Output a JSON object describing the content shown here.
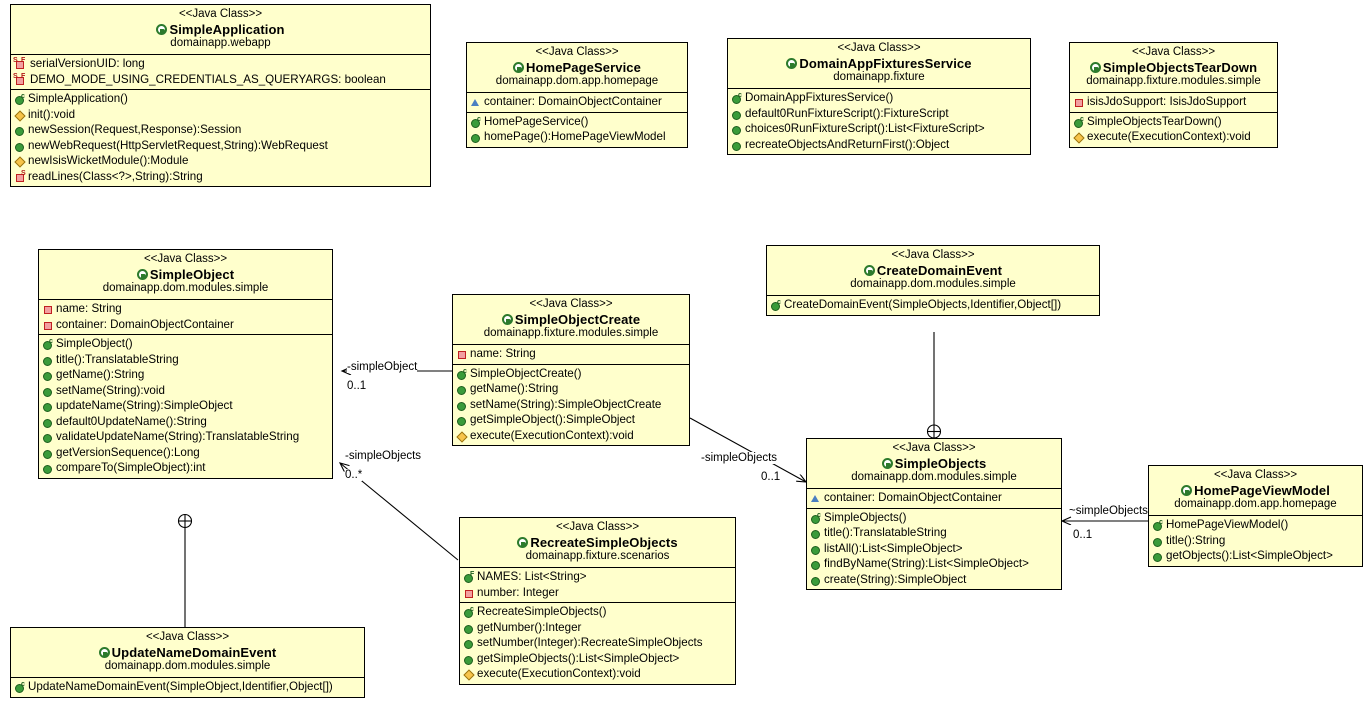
{
  "diagram": {
    "title": "UML Class Diagram",
    "stereotype": "<<Java Class>>",
    "background": "#ffffff",
    "class_fill": "#ffffcc",
    "class_border": "#000000"
  },
  "classes": [
    {
      "id": "SimpleApplication",
      "stereotype": "<<Java Class>>",
      "name": "SimpleApplication",
      "package": "domainapp.webapp",
      "fields": [
        {
          "icon": "static-final-field",
          "text": "serialVersionUID: long"
        },
        {
          "icon": "static-final-field",
          "text": "DEMO_MODE_USING_CREDENTIALS_AS_QUERYARGS: boolean"
        }
      ],
      "methods": [
        {
          "icon": "public-constructor",
          "text": "SimpleApplication()"
        },
        {
          "icon": "protected-method",
          "text": "init():void"
        },
        {
          "icon": "public-method",
          "text": "newSession(Request,Response):Session"
        },
        {
          "icon": "public-method",
          "text": "newWebRequest(HttpServletRequest,String):WebRequest"
        },
        {
          "icon": "protected-method",
          "text": "newIsisWicketModule():Module"
        },
        {
          "icon": "private-static-method",
          "text": "readLines(Class<?>,String):String"
        }
      ]
    },
    {
      "id": "HomePageService",
      "stereotype": "<<Java Class>>",
      "name": "HomePageService",
      "package": "domainapp.dom.app.homepage",
      "fields": [
        {
          "icon": "package-field",
          "text": "container: DomainObjectContainer"
        }
      ],
      "methods": [
        {
          "icon": "public-constructor",
          "text": "HomePageService()"
        },
        {
          "icon": "public-method",
          "text": "homePage():HomePageViewModel"
        }
      ]
    },
    {
      "id": "DomainAppFixturesService",
      "stereotype": "<<Java Class>>",
      "name": "DomainAppFixturesService",
      "package": "domainapp.fixture",
      "fields": [],
      "methods": [
        {
          "icon": "public-constructor",
          "text": "DomainAppFixturesService()"
        },
        {
          "icon": "public-method",
          "text": "default0RunFixtureScript():FixtureScript"
        },
        {
          "icon": "public-method",
          "text": "choices0RunFixtureScript():List<FixtureScript>"
        },
        {
          "icon": "public-method",
          "text": "recreateObjectsAndReturnFirst():Object"
        }
      ]
    },
    {
      "id": "SimpleObjectsTearDown",
      "stereotype": "<<Java Class>>",
      "name": "SimpleObjectsTearDown",
      "package": "domainapp.fixture.modules.simple",
      "fields": [
        {
          "icon": "private-field",
          "text": "isisJdoSupport: IsisJdoSupport"
        }
      ],
      "methods": [
        {
          "icon": "public-constructor",
          "text": "SimpleObjectsTearDown()"
        },
        {
          "icon": "protected-method",
          "text": "execute(ExecutionContext):void"
        }
      ]
    },
    {
      "id": "SimpleObject",
      "stereotype": "<<Java Class>>",
      "name": "SimpleObject",
      "package": "domainapp.dom.modules.simple",
      "fields": [
        {
          "icon": "private-field",
          "text": "name: String"
        },
        {
          "icon": "private-field",
          "text": "container: DomainObjectContainer"
        }
      ],
      "methods": [
        {
          "icon": "public-constructor",
          "text": "SimpleObject()"
        },
        {
          "icon": "public-method",
          "text": "title():TranslatableString"
        },
        {
          "icon": "public-method",
          "text": "getName():String"
        },
        {
          "icon": "public-method",
          "text": "setName(String):void"
        },
        {
          "icon": "public-method",
          "text": "updateName(String):SimpleObject"
        },
        {
          "icon": "public-method",
          "text": "default0UpdateName():String"
        },
        {
          "icon": "public-method",
          "text": "validateUpdateName(String):TranslatableString"
        },
        {
          "icon": "public-method",
          "text": "getVersionSequence():Long"
        },
        {
          "icon": "public-method",
          "text": "compareTo(SimpleObject):int"
        }
      ]
    },
    {
      "id": "SimpleObjectCreate",
      "stereotype": "<<Java Class>>",
      "name": "SimpleObjectCreate",
      "package": "domainapp.fixture.modules.simple",
      "fields": [
        {
          "icon": "private-field",
          "text": "name: String"
        }
      ],
      "methods": [
        {
          "icon": "public-constructor",
          "text": "SimpleObjectCreate()"
        },
        {
          "icon": "public-method",
          "text": "getName():String"
        },
        {
          "icon": "public-method",
          "text": "setName(String):SimpleObjectCreate"
        },
        {
          "icon": "public-method",
          "text": "getSimpleObject():SimpleObject"
        },
        {
          "icon": "protected-method",
          "text": "execute(ExecutionContext):void"
        }
      ]
    },
    {
      "id": "CreateDomainEvent",
      "stereotype": "<<Java Class>>",
      "name": "CreateDomainEvent",
      "package": "domainapp.dom.modules.simple",
      "fields": [],
      "methods": [
        {
          "icon": "public-constructor",
          "text": "CreateDomainEvent(SimpleObjects,Identifier,Object[])"
        }
      ]
    },
    {
      "id": "SimpleObjects",
      "stereotype": "<<Java Class>>",
      "name": "SimpleObjects",
      "package": "domainapp.dom.modules.simple",
      "fields": [
        {
          "icon": "package-field",
          "text": "container: DomainObjectContainer"
        }
      ],
      "methods": [
        {
          "icon": "public-constructor",
          "text": "SimpleObjects()"
        },
        {
          "icon": "public-method",
          "text": "title():TranslatableString"
        },
        {
          "icon": "public-method",
          "text": "listAll():List<SimpleObject>"
        },
        {
          "icon": "public-method",
          "text": "findByName(String):List<SimpleObject>"
        },
        {
          "icon": "public-method",
          "text": "create(String):SimpleObject"
        }
      ]
    },
    {
      "id": "HomePageViewModel",
      "stereotype": "<<Java Class>>",
      "name": "HomePageViewModel",
      "package": "domainapp.dom.app.homepage",
      "fields": [],
      "methods": [
        {
          "icon": "public-constructor",
          "text": "HomePageViewModel()"
        },
        {
          "icon": "public-method",
          "text": "title():String"
        },
        {
          "icon": "public-method",
          "text": "getObjects():List<SimpleObject>"
        }
      ]
    },
    {
      "id": "RecreateSimpleObjects",
      "stereotype": "<<Java Class>>",
      "name": "RecreateSimpleObjects",
      "package": "domainapp.fixture.scenarios",
      "fields": [
        {
          "icon": "public-final-field",
          "text": "NAMES: List<String>"
        },
        {
          "icon": "private-field",
          "text": "number: Integer"
        }
      ],
      "methods": [
        {
          "icon": "public-constructor",
          "text": "RecreateSimpleObjects()"
        },
        {
          "icon": "public-method",
          "text": "getNumber():Integer"
        },
        {
          "icon": "public-method",
          "text": "setNumber(Integer):RecreateSimpleObjects"
        },
        {
          "icon": "public-method",
          "text": "getSimpleObjects():List<SimpleObject>"
        },
        {
          "icon": "protected-method",
          "text": "execute(ExecutionContext):void"
        }
      ]
    },
    {
      "id": "UpdateNameDomainEvent",
      "stereotype": "<<Java Class>>",
      "name": "UpdateNameDomainEvent",
      "package": "domainapp.dom.modules.simple",
      "fields": [],
      "methods": [
        {
          "icon": "public-constructor",
          "text": "UpdateNameDomainEvent(SimpleObject,Identifier,Object[])"
        }
      ]
    }
  ],
  "associations": [
    {
      "id": "a1",
      "from": "SimpleObjectCreate",
      "to": "SimpleObject",
      "role": "-simpleObject",
      "multiplicity": "0..1"
    },
    {
      "id": "a2",
      "from": "RecreateSimpleObjects",
      "to": "SimpleObject",
      "role": "-simpleObjects",
      "multiplicity": "0..*"
    },
    {
      "id": "a3",
      "from": "SimpleObjectCreate",
      "to": "SimpleObjects",
      "role": "-simpleObjects",
      "multiplicity": "0..1"
    },
    {
      "id": "a4",
      "from": "HomePageViewModel",
      "to": "SimpleObjects",
      "role": "~simpleObjects",
      "multiplicity": "0..1"
    }
  ],
  "nestings": [
    {
      "id": "n1",
      "outer": "SimpleObject",
      "inner": "UpdateNameDomainEvent"
    },
    {
      "id": "n2",
      "outer": "SimpleObjects",
      "inner": "CreateDomainEvent"
    }
  ]
}
